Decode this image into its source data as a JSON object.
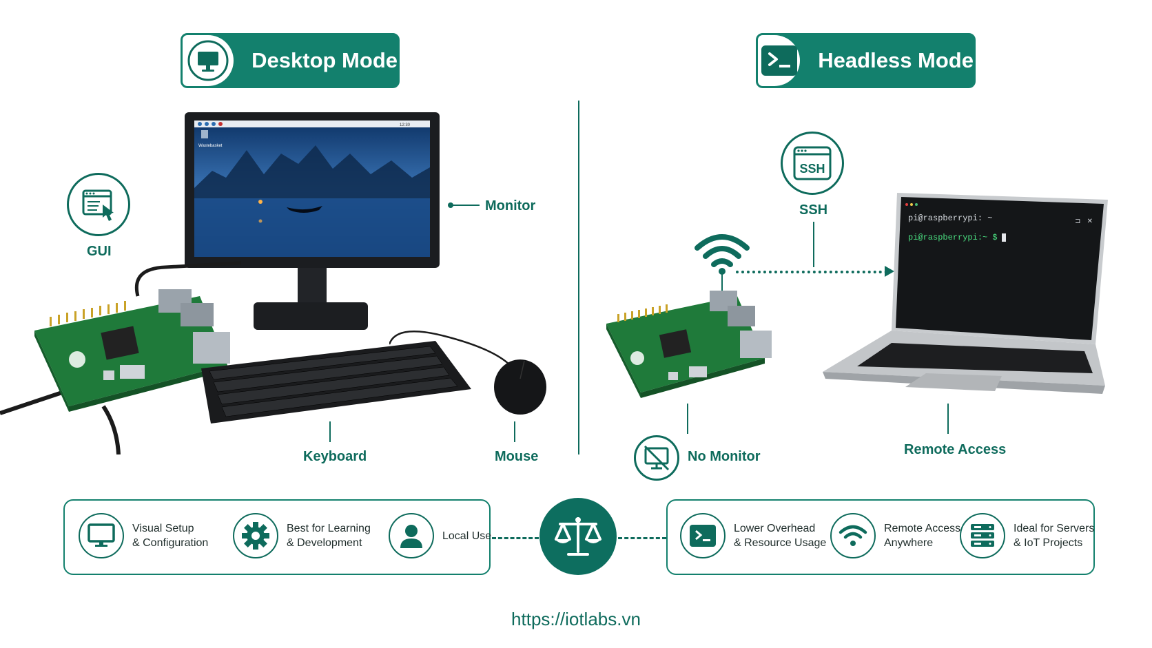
{
  "desktop_mode": {
    "title": "Desktop Mode",
    "icon": "monitor-icon"
  },
  "headless_mode": {
    "title": "Headless Mode",
    "icon": "terminal-icon"
  },
  "desktop": {
    "gui_label": "GUI",
    "monitor_label": "Monitor",
    "keyboard_label": "Keyboard",
    "mouse_label": "Mouse",
    "screen": {
      "clock": "12:30",
      "wastebasket": "Wastebasket"
    }
  },
  "headless": {
    "ssh_icon_text": "SSH",
    "ssh_label": "SSH",
    "no_monitor_label": "No Monitor",
    "remote_access_label": "Remote Access",
    "terminal": {
      "title": "pi@raspberrypi: ~",
      "prompt": "pi@raspberrypi:~ $"
    }
  },
  "desktop_features": [
    {
      "line1": "Visual Setup",
      "line2": "& Configuration",
      "icon": "monitor-icon"
    },
    {
      "line1": "Best for Learning",
      "line2": "& Development",
      "icon": "gear-icon"
    },
    {
      "line1": "Local Use",
      "line2": "",
      "icon": "user-icon"
    }
  ],
  "headless_features": [
    {
      "line1": "Lower Overhead",
      "line2": "& Resource Usage",
      "icon": "terminal-icon"
    },
    {
      "line1": "Remote Access",
      "line2": "Anywhere",
      "icon": "wifi-icon"
    },
    {
      "line1": "Ideal for Servers",
      "line2": "& IoT Projects",
      "icon": "server-icon"
    }
  ],
  "center_icon": "balance-scale-icon",
  "footer_url": "https://iotlabs.vn",
  "colors": {
    "primary": "#13806d",
    "dark": "#0e6b5c",
    "board_green": "#1f7a3a",
    "terminal_green": "#4ade80"
  }
}
